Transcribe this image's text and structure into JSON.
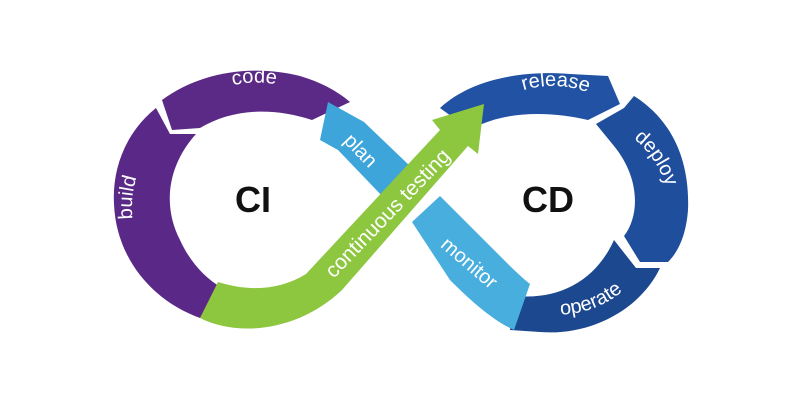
{
  "diagram": {
    "ci_label": "CI",
    "cd_label": "CD",
    "segments": {
      "code": "code",
      "build": "build",
      "plan": "plan",
      "monitor": "monitor",
      "release": "release",
      "deploy": "deploy",
      "operate": "operate",
      "continuous_testing": "continuous testing"
    },
    "colors": {
      "ci_purple": "#5b2a86",
      "cd_navy": "#1f4e9c",
      "cyan": "#3da5d9",
      "green": "#8dc63f",
      "text_dark": "#111111"
    }
  }
}
